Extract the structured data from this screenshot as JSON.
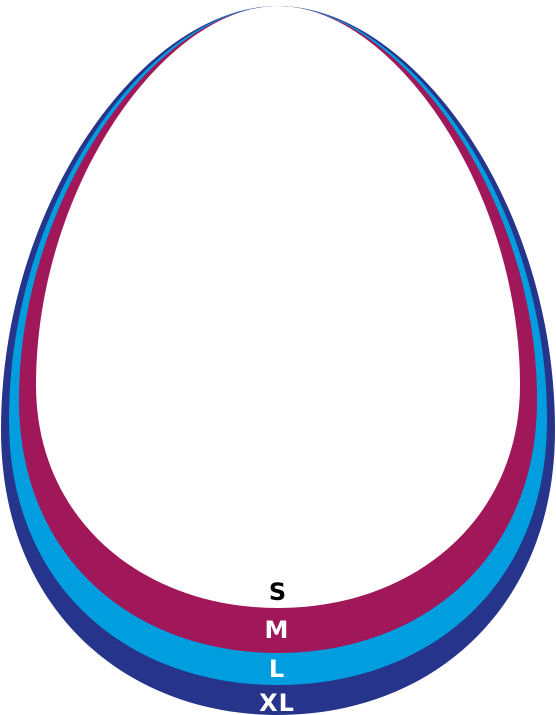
{
  "sizes": [
    {
      "label": "XL",
      "color": "#27348b",
      "label_color": "#ffffff"
    },
    {
      "label": "L",
      "color": "#009ddf",
      "label_color": "#ffffff"
    },
    {
      "label": "M",
      "color": "#a1185a",
      "label_color": "#ffffff"
    },
    {
      "label": "S",
      "color": "#ffffff",
      "label_color": "#000000"
    }
  ]
}
